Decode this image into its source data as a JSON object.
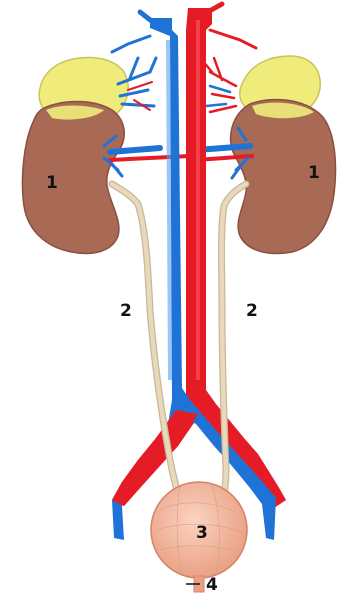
{
  "diagram": {
    "labels": {
      "left_kidney": "1",
      "right_kidney": "1",
      "left_ureter": "2",
      "right_ureter": "2",
      "bladder": "3",
      "urethra": "4"
    },
    "colors": {
      "kidney": "#a86a55",
      "kidney_edge": "#8a4f3e",
      "adrenal": "#f0ec7c",
      "adrenal_edge": "#c9c35a",
      "ureter": "#e8d9bd",
      "ureter_edge": "#c9b896",
      "vein": "#1f73d6",
      "artery": "#e51c25",
      "bladder": "#f2b39a",
      "bladder_edge": "#d4826a",
      "background": "#ffffff"
    }
  }
}
